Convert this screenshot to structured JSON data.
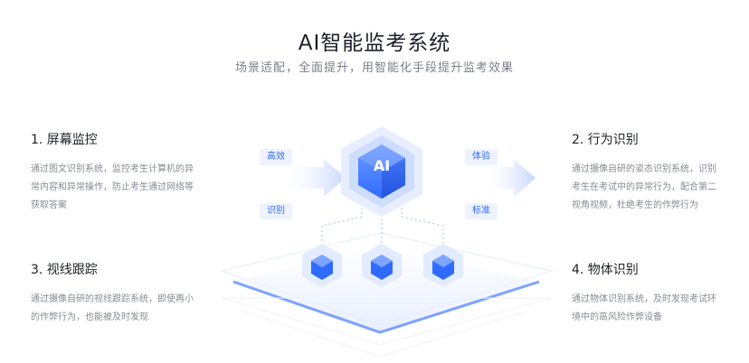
{
  "header": {
    "title": "AI智能监考系统",
    "subtitle": "场景适配，全面提升，用智能化手段提升监考效果"
  },
  "features": [
    {
      "title": "1. 屏幕监控",
      "description": "通过图文识别系统，监控考生计算机的异常内容和异常操作，防止考生通过网络等获取答案"
    },
    {
      "title": "2. 行为识别",
      "description": "通过摄像自研的姿态识别系统，识别考生在考试中的异常行为，配合第二视角视频，杜绝考生的作弊行为"
    },
    {
      "title": "3. 视线跟踪",
      "description": "通过摄像自研的视线跟踪系统，即使再小的作弊行为，也能被及时发现"
    },
    {
      "title": "4. 物体识别",
      "description": "通过物体识别系统，及时发现考试环境中的高风险作弊设备"
    }
  ],
  "tags": {
    "left_top": "高效",
    "left_bottom": "识别",
    "right_top": "体验",
    "right_bottom": "标准"
  },
  "center": {
    "label": "AI"
  },
  "colors": {
    "accent": "#2f6bff",
    "accent_light": "#dbe6ff",
    "tag_bg": "#eef3ff"
  },
  "icons": {
    "arrows": "right-arrow-icon",
    "hexagon": "cube-hexagon-icon"
  }
}
